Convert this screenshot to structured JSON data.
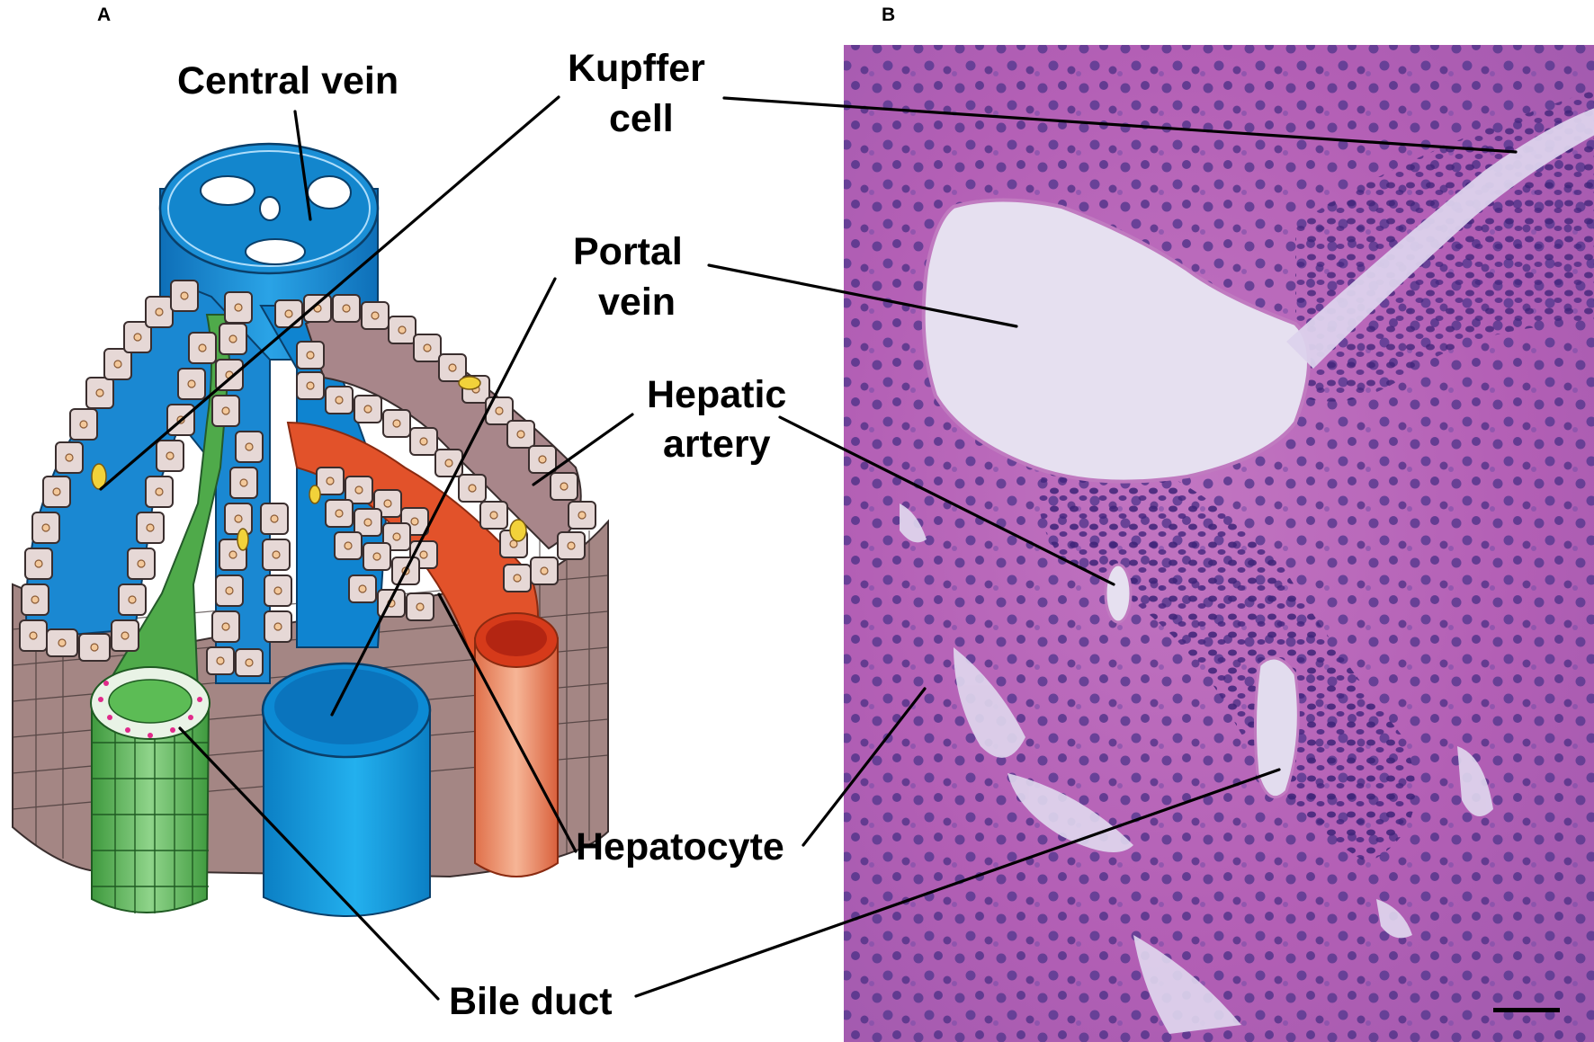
{
  "panels": {
    "a": {
      "letter": "A"
    },
    "b": {
      "letter": "B"
    }
  },
  "labels": {
    "central_vein": "Central vein",
    "kupffer_line1": "Kupffer",
    "kupffer_line2": "cell",
    "portal_line1": "Portal",
    "portal_line2": "vein",
    "hepatic_line1": "Hepatic",
    "hepatic_line2": "artery",
    "hepatocyte": "Hepatocyte",
    "bile_duct": "Bile duct"
  },
  "colors": {
    "central_vein_blue": "#1a8fd6",
    "portal_vein_blue": "#0e9be0",
    "hepatic_artery_red": "#e2522a",
    "bile_duct_green": "#4faa4a",
    "hepatocyte_pink": "#e6d8d6",
    "tissue_stain": "#b863b8",
    "nuclei_stain": "#4b2c8a"
  }
}
